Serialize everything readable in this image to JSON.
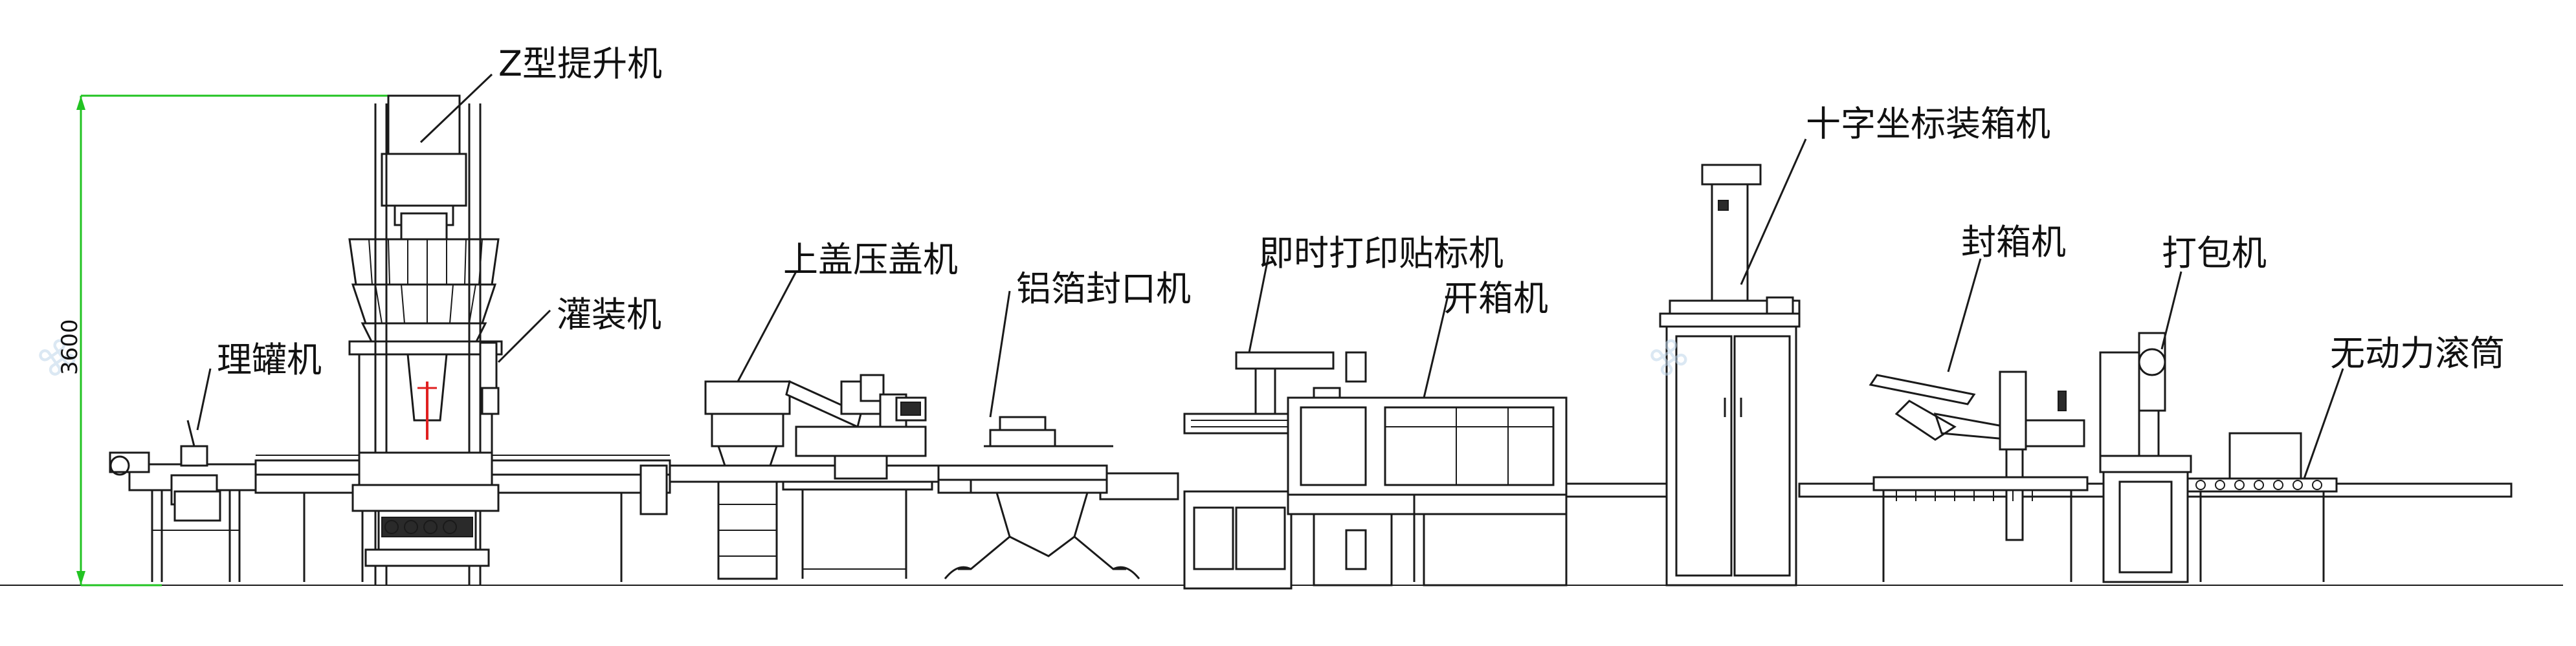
{
  "labels": {
    "z_elevator": "Z型提升机",
    "filling_machine": "灌装机",
    "can_sorter": "理罐机",
    "capping_machine": "上盖压盖机",
    "foil_sealer": "铝箔封口机",
    "label_printer": "即时打印贴标机",
    "carton_erector": "开箱机",
    "cross_packer": "十字坐标装箱机",
    "case_sealer": "封箱机",
    "strapping_machine": "打包机",
    "roller_conveyor": "无动力滚筒"
  },
  "dimension": {
    "height": "3600"
  },
  "colors": {
    "line": "#1a1a1a",
    "dimension": "#22c322",
    "accent_red": "#e02020",
    "watermark": "#bfd6ea"
  }
}
